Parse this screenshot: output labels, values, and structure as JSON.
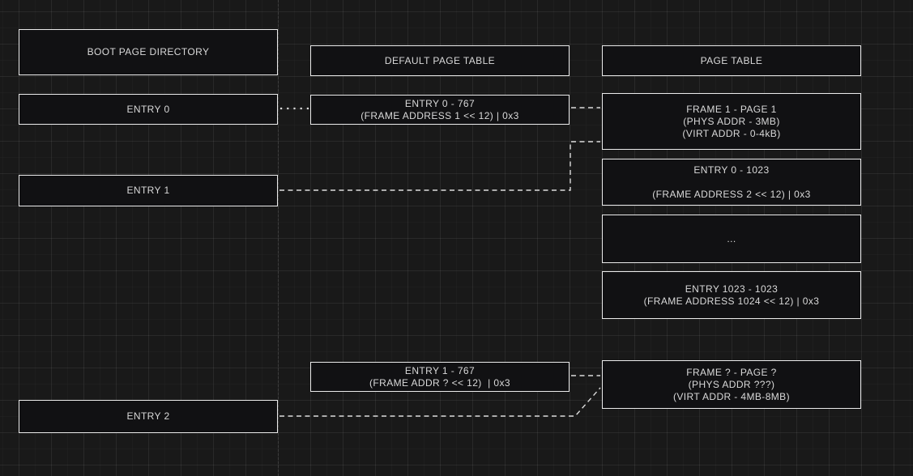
{
  "canvas": {
    "background_color": "#191919",
    "node_fill_color": "#111113",
    "node_stroke_color": "#ebebeb",
    "text_color": "#d9d9d9",
    "connector_color": "#dcdcdc",
    "guide_line_color": "#3d3d3d"
  },
  "nodes": {
    "boot_header": {
      "label": "BOOT PAGE DIRECTORY"
    },
    "entry0": {
      "label": "ENTRY 0"
    },
    "entry1": {
      "label": "ENTRY 1"
    },
    "entry2": {
      "label": "ENTRY 2"
    },
    "default_pt_header": {
      "label": "DEFAULT PAGE TABLE"
    },
    "default_pt_entry0": {
      "label": "ENTRY 0 - 767\n(FRAME ADDRESS 1 << 12) | 0x3"
    },
    "default_pt_entry1": {
      "label": "ENTRY 1 - 767\n(FRAME ADDR ? << 12)  | 0x3"
    },
    "pt_header": {
      "label": "PAGE TABLE"
    },
    "frame1": {
      "label": "FRAME 1 - PAGE 1\n(PHYS ADDR - 3MB)\n(VIRT ADDR - 0-4kB)"
    },
    "pt_entry0": {
      "label": "ENTRY 0 - 1023\n\n(FRAME ADDRESS 2 << 12) | 0x3"
    },
    "pt_ellipsis": {
      "label": "..."
    },
    "pt_entry1023": {
      "label": "ENTRY 1023 - 1023\n(FRAME ADDRESS 1024 << 12) | 0x3"
    },
    "frame_q": {
      "label": "FRAME ? - PAGE ?\n(PHYS ADDR ???)\n(VIRT ADDR - 4MB-8MB)"
    }
  },
  "connectors": [
    {
      "from": "entry0",
      "to": "default_pt_entry0",
      "style": "dotted"
    },
    {
      "from": "default_pt_entry0",
      "to": "frame1",
      "style": "dashed"
    },
    {
      "from": "entry1",
      "to": "frame1",
      "style": "dashed"
    },
    {
      "from": "default_pt_entry1",
      "to": "frame_q",
      "style": "dashed"
    },
    {
      "from": "entry2",
      "to": "frame_q",
      "style": "dashed"
    }
  ]
}
